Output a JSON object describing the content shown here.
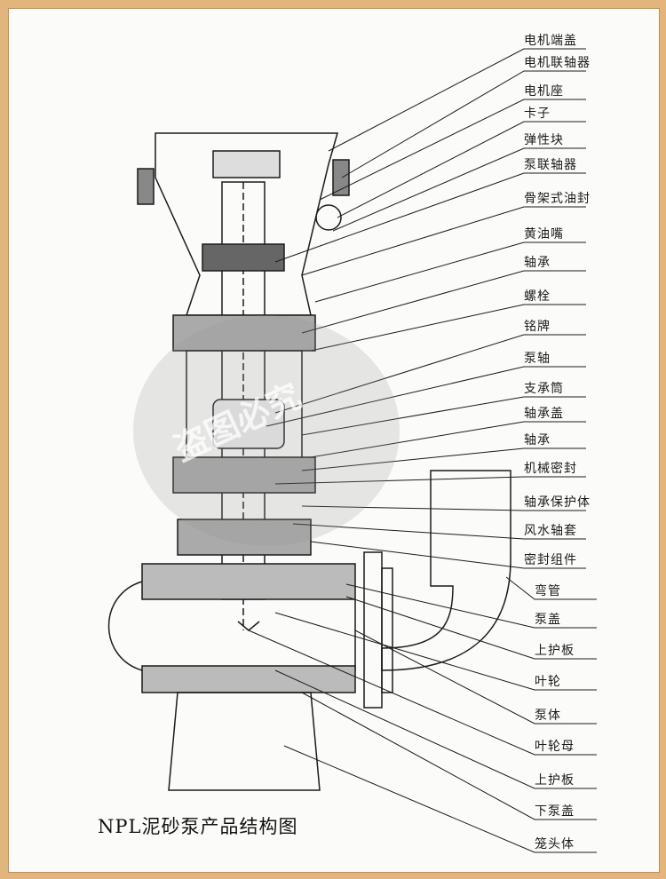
{
  "title": "NPL泥砂泵产品结构图",
  "watermark": "盗图必究",
  "labels": [
    "电机端盖",
    "电机联轴器",
    "电机座",
    "卡子",
    "弹性块",
    "泵联轴器",
    "骨架式油封",
    "黄油嘴",
    "轴承",
    "螺栓",
    "铭牌",
    "泵轴",
    "支承筒",
    "轴承盖",
    "轴承",
    "机械密封",
    "轴承保护体",
    "风水轴套",
    "密封组件",
    "弯管",
    "泵盖",
    "上护板",
    "叶轮",
    "泵体",
    "叶轮母",
    "上护板",
    "下泵盖",
    "笼头体"
  ],
  "colors": {
    "frame": "#e2b57c",
    "paper": "#fbfbf9",
    "ink": "#1b1b1b"
  }
}
